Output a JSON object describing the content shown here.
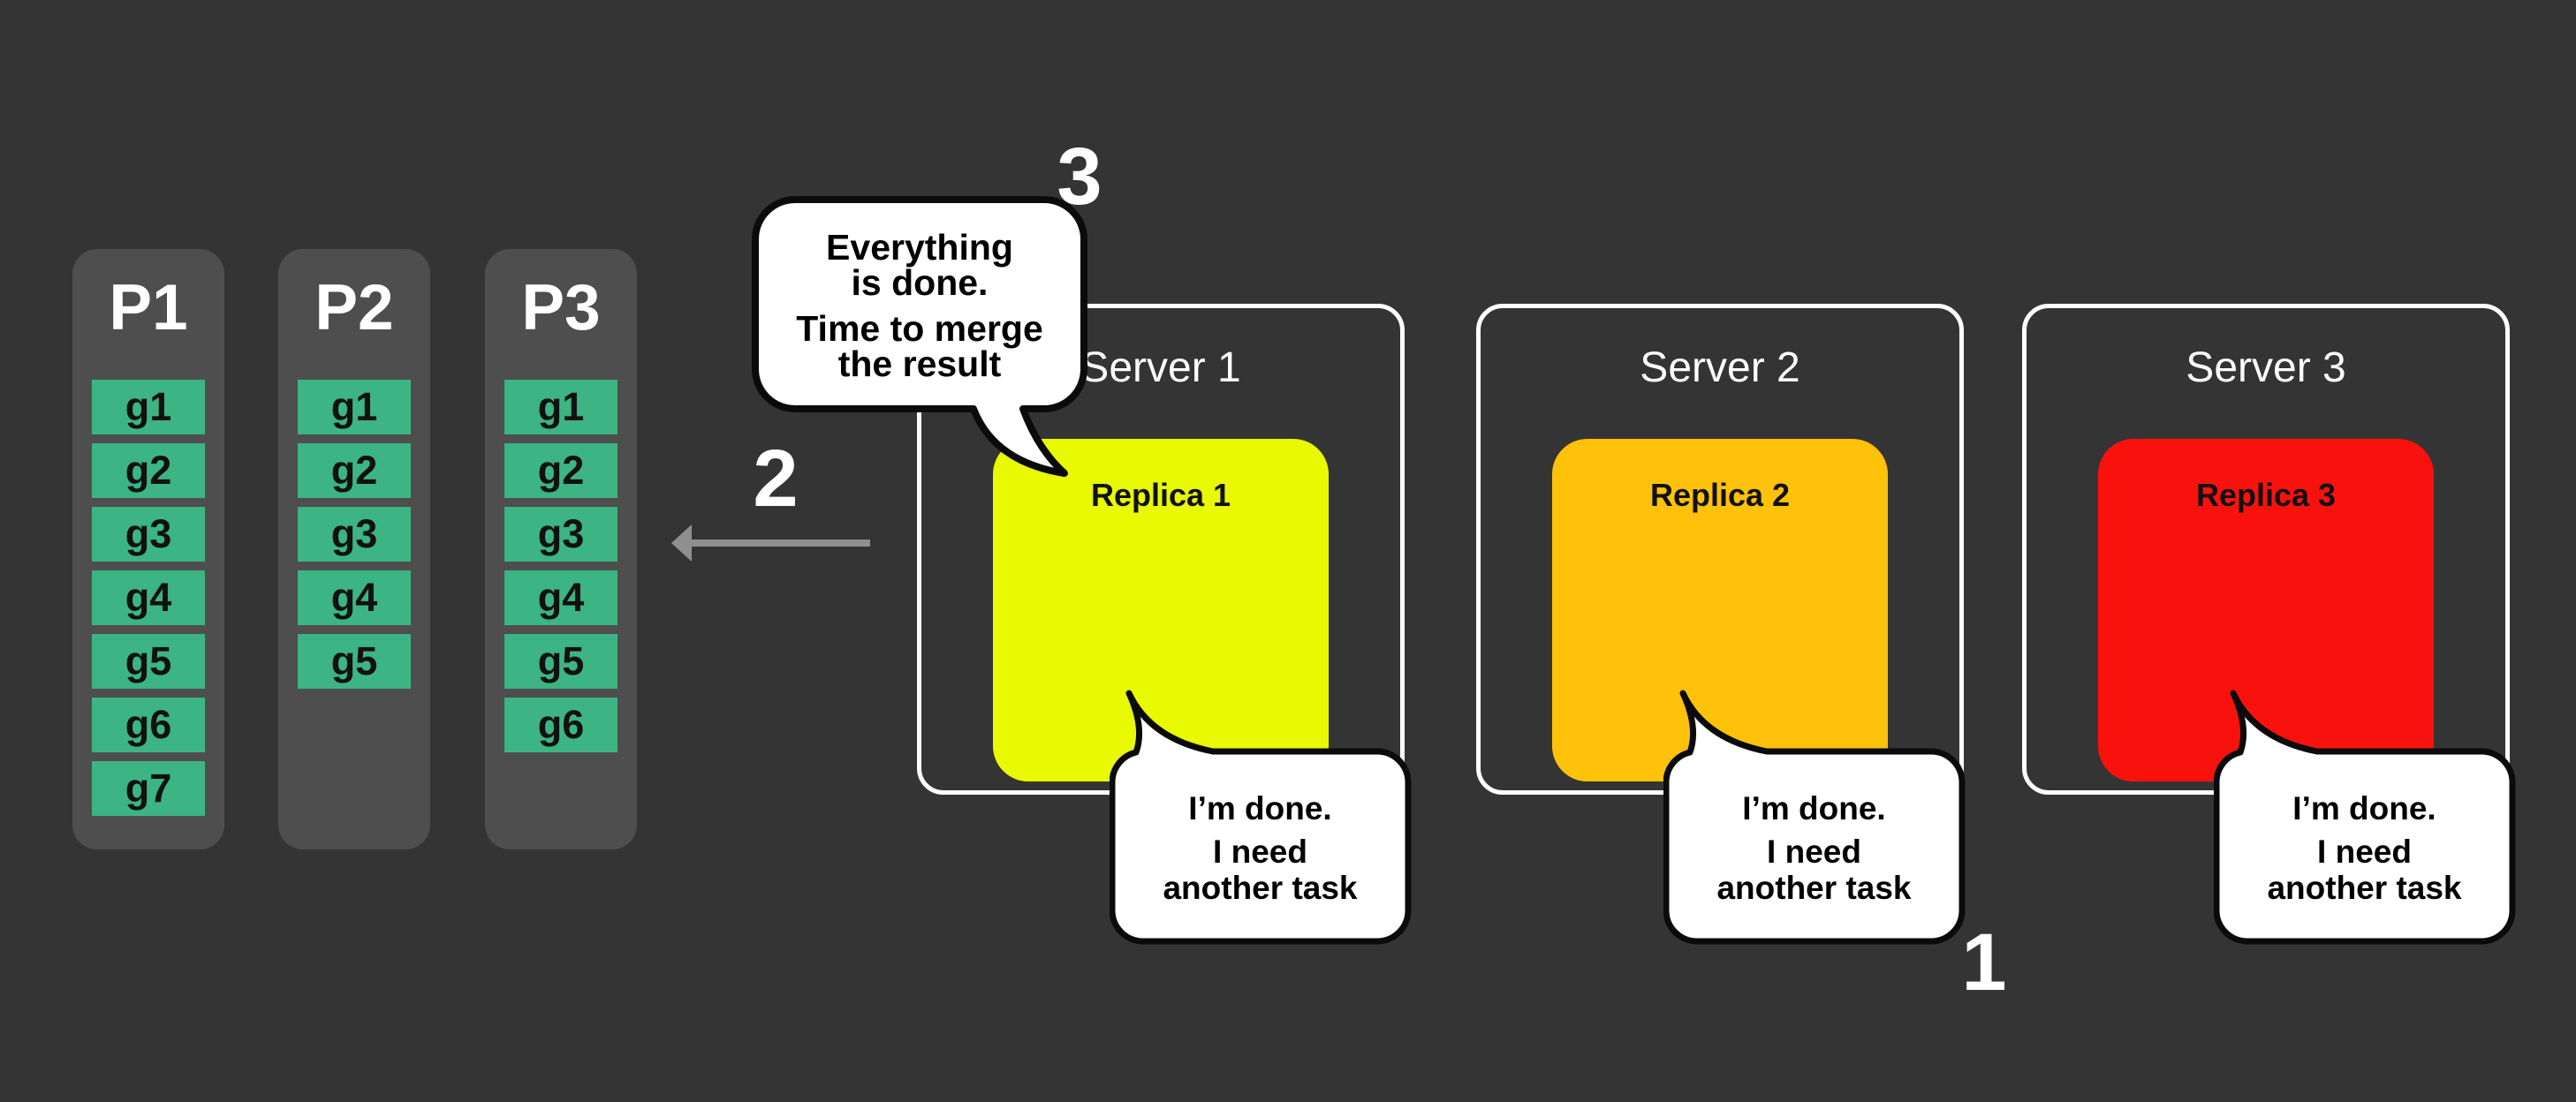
{
  "background": "#343434",
  "partition_panel": {
    "panel_color": "#4E4E4E",
    "chip_color": "#3CB483",
    "partitions": [
      {
        "label": "P1",
        "groups": [
          "g1",
          "g2",
          "g3",
          "g4",
          "g5",
          "g6",
          "g7"
        ]
      },
      {
        "label": "P2",
        "groups": [
          "g1",
          "g2",
          "g3",
          "g4",
          "g5"
        ]
      },
      {
        "label": "P3",
        "groups": [
          "g1",
          "g2",
          "g3",
          "g4",
          "g5",
          "g6"
        ]
      }
    ]
  },
  "servers": [
    {
      "name": "Server 1",
      "replica": "Replica 1",
      "replica_color": "#E8F902"
    },
    {
      "name": "Server 2",
      "replica": "Replica 2",
      "replica_color": "#FFC20A"
    },
    {
      "name": "Server 3",
      "replica": "Replica 3",
      "replica_color": "#F9120D"
    }
  ],
  "bubbles": {
    "merge": {
      "lines": [
        "Everything",
        "is done.",
        "Time to merge",
        "the result"
      ]
    },
    "done": {
      "lines": [
        "I’m done.",
        "I need",
        "another task"
      ]
    }
  },
  "step_labels": {
    "one": "1",
    "two": "2",
    "three": "3"
  },
  "arrow_color": "#8F8F8F"
}
